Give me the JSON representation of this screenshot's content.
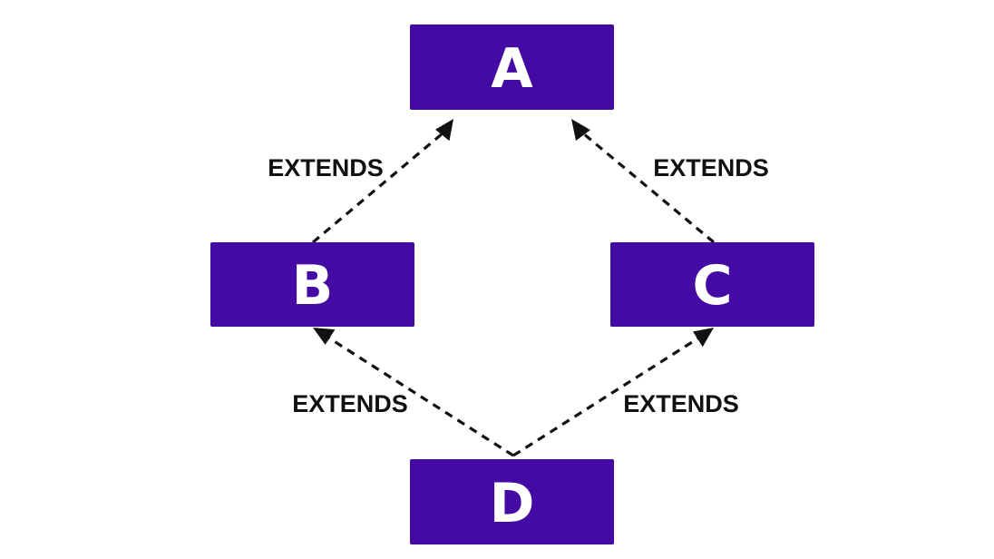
{
  "diagram": {
    "colors": {
      "node_fill": "#430ba3",
      "node_text": "#ffffff",
      "edge": "#111111",
      "label": "#111111"
    },
    "nodes": {
      "a": {
        "label": "A"
      },
      "b": {
        "label": "B"
      },
      "c": {
        "label": "C"
      },
      "d": {
        "label": "D"
      }
    },
    "edges": {
      "b_to_a": {
        "label": "EXTENDS"
      },
      "c_to_a": {
        "label": "EXTENDS"
      },
      "d_to_b": {
        "label": "EXTENDS"
      },
      "d_to_c": {
        "label": "EXTENDS"
      }
    }
  }
}
